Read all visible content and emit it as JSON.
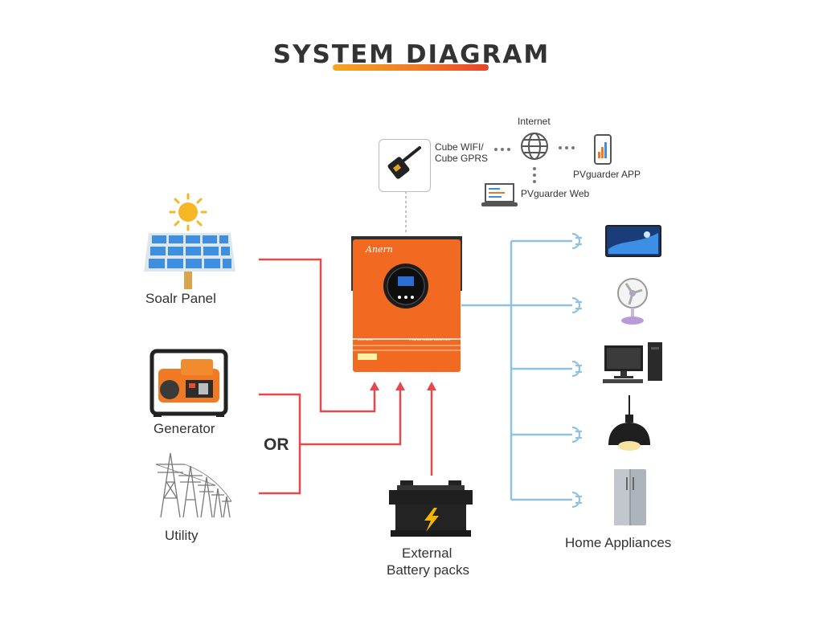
{
  "title": "SYSTEM DIAGRAM",
  "sources": {
    "solar_panel": "Soalr Panel",
    "generator": "Generator",
    "or_label": "OR",
    "utility": "Utility"
  },
  "battery": {
    "line1": "External",
    "line2": "Battery packs"
  },
  "monitoring": {
    "module_line1": "Cube WIFI/",
    "module_line2": "Cube  GPRS",
    "internet": "Internet",
    "app": "PVguarder APP",
    "web": "PVguarder Web"
  },
  "inverter": {
    "brand": "Anern",
    "model": "ECO-4200",
    "caption": "HYBRID SOLAR INVERTER"
  },
  "loads": {
    "label": "Home Appliances",
    "items": [
      "tv-icon",
      "fan-icon",
      "computer-icon",
      "lamp-icon",
      "fridge-icon"
    ]
  },
  "colors": {
    "power_line": "#e5484d",
    "load_line": "#8fc1e3",
    "inverter_body": "#f26a22",
    "title_accent": "#f07a24"
  }
}
